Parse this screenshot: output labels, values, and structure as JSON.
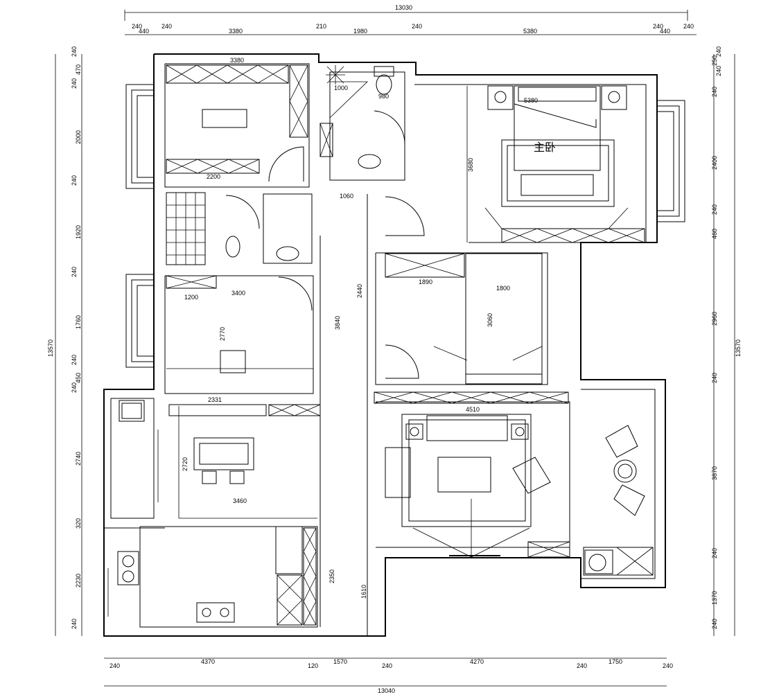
{
  "plan": {
    "room_label": "主卧",
    "dims_top_total": "13030",
    "dims_top": [
      "240",
      "440",
      "240",
      "3380",
      "210",
      "1980",
      "240",
      "5380",
      "240",
      "440",
      "240"
    ],
    "dims_bottom_total": "13040",
    "dims_bottom": [
      "240",
      "4370",
      "120",
      "1570",
      "240",
      "4270",
      "240",
      "1750",
      "240"
    ],
    "dims_left_total": "13570",
    "dims_left": [
      "240",
      "470",
      "240",
      "2000",
      "240",
      "1920",
      "240",
      "1760",
      "240",
      "450",
      "240",
      "2740",
      "320",
      "2230",
      "240"
    ],
    "dims_right_total": "13570",
    "dims_right": [
      "240",
      "250",
      "240",
      "240",
      "2400",
      "240",
      "460",
      "2960",
      "240",
      "3870",
      "240",
      "1370",
      "240"
    ],
    "dims_interior": [
      "3380",
      "1000",
      "980",
      "5380",
      "2200",
      "1060",
      "3680",
      "1200",
      "3400",
      "2770",
      "3840",
      "2440",
      "1890",
      "1800",
      "3060",
      "2331",
      "4510",
      "2720",
      "3460",
      "2350",
      "1610"
    ]
  }
}
